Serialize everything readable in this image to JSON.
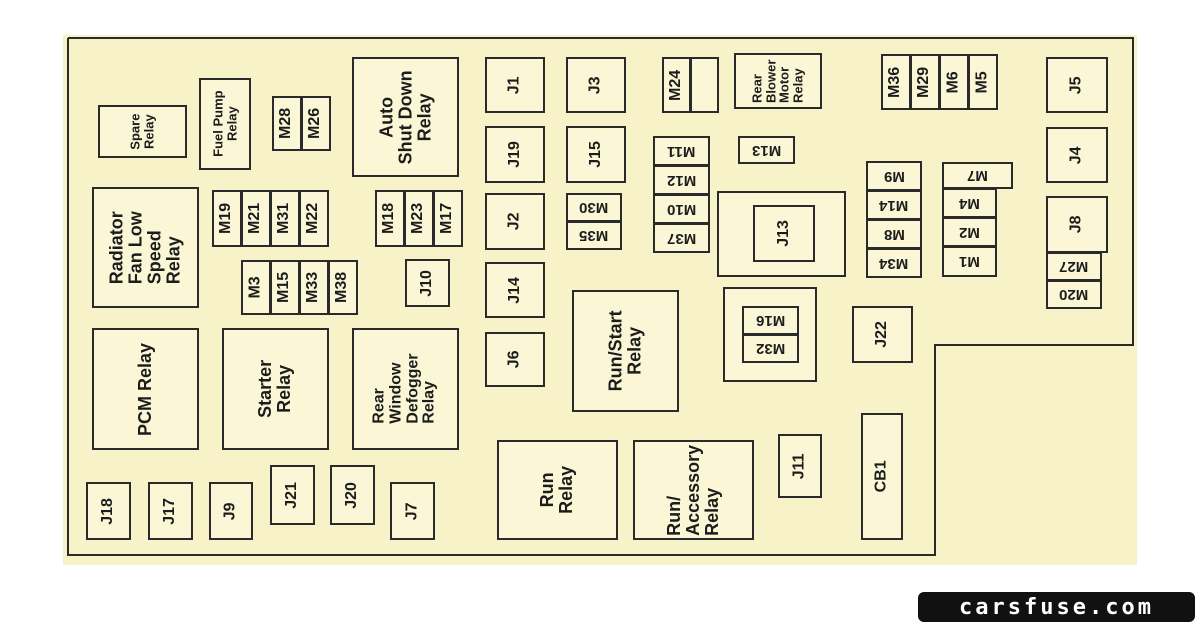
{
  "relays": {
    "spare": "Spare\nRelay",
    "fuel_pump": "Fuel Pump\nRelay",
    "auto_shut_down": "Auto\nShut Down\nRelay",
    "radiator_fan": "Radiator\nFan Low\nSpeed\nRelay",
    "pcm": "PCM Relay",
    "starter": "Starter\nRelay",
    "rear_defogger": "Rear\nWindow\nDefogger\nRelay",
    "rear_blower": "Rear\nBlower\nMotor\nRelay",
    "run_start": "Run/Start\nRelay",
    "run": "Run\nRelay",
    "run_accessory": "Run/\nAccessory\nRelay"
  },
  "fuses": {
    "M28": "M28",
    "M26": "M26",
    "M19": "M19",
    "M21": "M21",
    "M31": "M31",
    "M22": "M22",
    "M18": "M18",
    "M23": "M23",
    "M17": "M17",
    "M3": "M3",
    "M15": "M15",
    "M33": "M33",
    "M38": "M38",
    "M24": "M24",
    "M36": "M36",
    "M29": "M29",
    "M6": "M6",
    "M5": "M5",
    "M11": "M11",
    "M12": "M12",
    "M10": "M10",
    "M37": "M37",
    "M13": "M13",
    "M30": "M30",
    "M35": "M35",
    "M9": "M9",
    "M14": "M14",
    "M8": "M8",
    "M34": "M34",
    "M7": "M7",
    "M4": "M4",
    "M2": "M2",
    "M1": "M1",
    "M27": "M27",
    "M20": "M20",
    "M16": "M16",
    "M32": "M32",
    "J1": "J1",
    "J3": "J3",
    "J19": "J19",
    "J15": "J15",
    "J2": "J2",
    "J14": "J14",
    "J6": "J6",
    "J10": "J10",
    "J18": "J18",
    "J17": "J17",
    "J9": "J9",
    "J21": "J21",
    "J20": "J20",
    "J7": "J7",
    "J5": "J5",
    "J4": "J4",
    "J8": "J8",
    "J13": "J13",
    "J22": "J22",
    "J11": "J11",
    "CB1": "CB1"
  },
  "watermark": "carsfuse.com"
}
